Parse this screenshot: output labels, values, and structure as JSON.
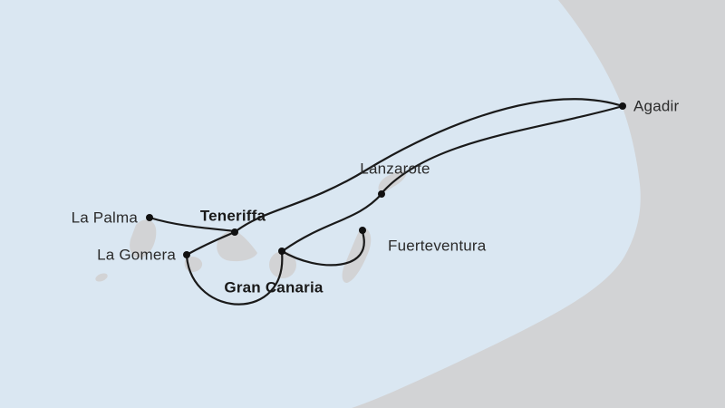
{
  "map": {
    "ports": [
      {
        "id": "la-palma",
        "label": "La Palma",
        "bold": false
      },
      {
        "id": "la-gomera",
        "label": "La Gomera",
        "bold": false
      },
      {
        "id": "teneriffa",
        "label": "Teneriffa",
        "bold": true
      },
      {
        "id": "gran-canaria",
        "label": "Gran Canaria",
        "bold": true
      },
      {
        "id": "fuerteventura",
        "label": "Fuerteventura",
        "bold": false
      },
      {
        "id": "lanzarote",
        "label": "Lanzarote",
        "bold": false
      },
      {
        "id": "agadir",
        "label": "Agadir",
        "bold": false
      }
    ],
    "route_segments": [
      {
        "from": "La Palma",
        "to": "Teneriffa"
      },
      {
        "from": "Teneriffa",
        "to": "Agadir"
      },
      {
        "from": "Agadir",
        "to": "Lanzarote"
      },
      {
        "from": "Lanzarote",
        "to": "Gran Canaria"
      },
      {
        "from": "Gran Canaria",
        "to": "Fuerteventura"
      },
      {
        "from": "Gran Canaria",
        "to": "La Gomera"
      },
      {
        "from": "La Gomera",
        "to": "Teneriffa"
      }
    ],
    "colors": {
      "sea": "#dae7f2",
      "land": "#d2d3d5",
      "route": "#1a1a1a",
      "marker": "#111111",
      "label": "#2b2b2b"
    }
  }
}
